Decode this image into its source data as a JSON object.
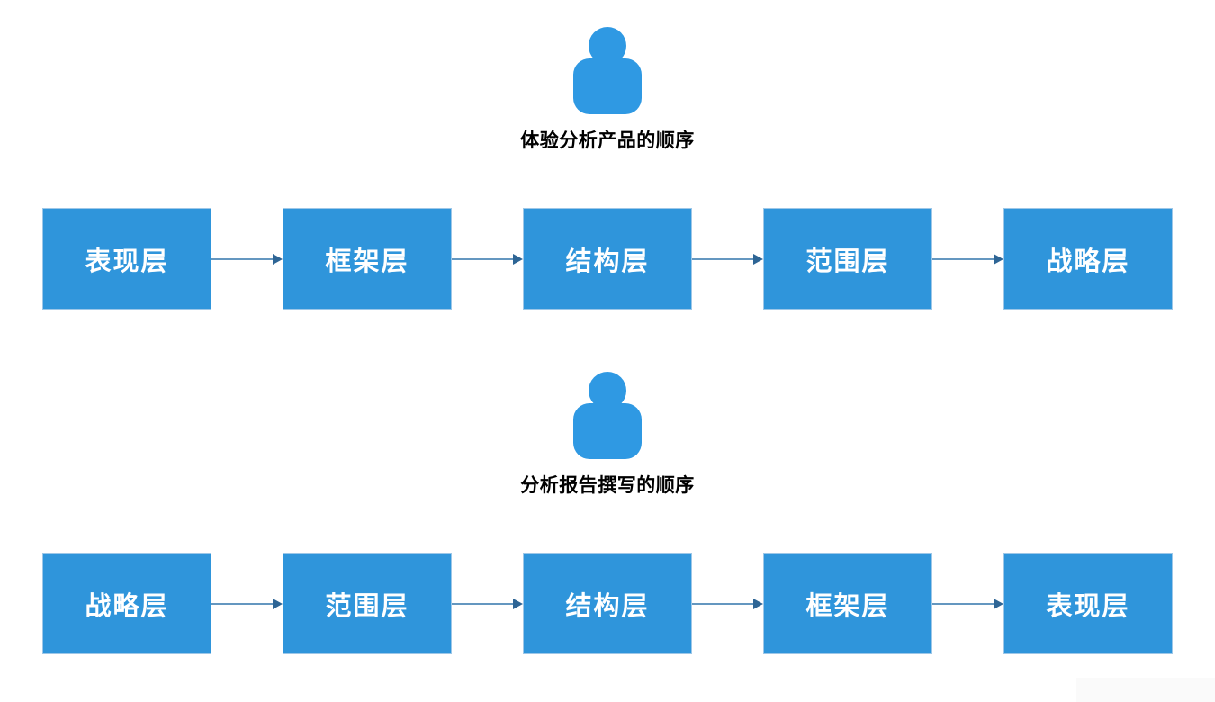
{
  "diagram": {
    "description": "Two mirrored five-step flowcharts comparing the order of experiencing/analyzing a product versus the order of writing the analysis report"
  },
  "colors": {
    "background": "#FFFFFF",
    "node_fill": "#2F95DB",
    "node_border": "#9DC7E8",
    "node_text": "#FFFFFF",
    "arrow_line": "#6497C0",
    "arrow_head": "#2E6595",
    "icon_fill": "#2F99E3",
    "title_text": "#000000",
    "watermark_patch": "#FAFAFA"
  },
  "sections": [
    {
      "icon": "person-icon",
      "title": "体验分析产品的顺序",
      "nodes": [
        "表现层",
        "框架层",
        "结构层",
        "范围层",
        "战略层"
      ]
    },
    {
      "icon": "person-icon",
      "title": "分析报告撰写的顺序",
      "nodes": [
        "战略层",
        "范围层",
        "结构层",
        "框架层",
        "表现层"
      ]
    }
  ]
}
